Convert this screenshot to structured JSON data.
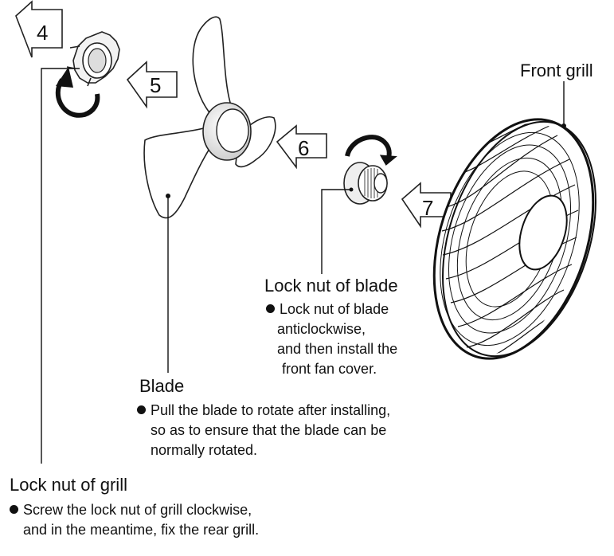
{
  "steps": [
    "4",
    "5",
    "6",
    "7"
  ],
  "labels": {
    "front_grill": "Front grill",
    "lock_nut_blade": "Lock nut of blade",
    "blade": "Blade",
    "lock_nut_grill": "Lock nut of grill"
  },
  "notes": {
    "lock_nut_blade": [
      "Lock nut of blade",
      "anticlockwise,",
      "and then install the",
      "front fan cover."
    ],
    "blade": [
      "Pull the blade to rotate after installing,",
      "so as to ensure that the blade can be",
      "normally rotated."
    ],
    "lock_nut_grill": [
      "Screw the lock nut of grill clockwise,",
      "and in the meantime, fix the rear grill."
    ]
  }
}
